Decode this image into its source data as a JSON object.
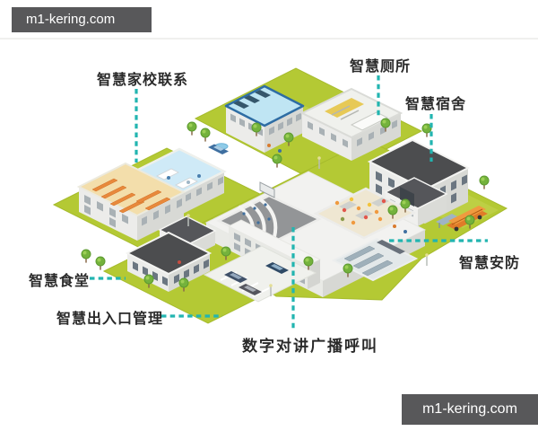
{
  "watermarks": {
    "top_left": "m1-kering.com",
    "bottom_right": "m1-kering.com"
  },
  "diagram": {
    "type": "isometric-smart-campus-map",
    "labels": [
      {
        "id": "smart-home-school-contact",
        "text": "智慧家校联系"
      },
      {
        "id": "smart-toilet",
        "text": "智慧厕所"
      },
      {
        "id": "smart-dormitory",
        "text": "智慧宿舍"
      },
      {
        "id": "smart-security",
        "text": "智慧安防"
      },
      {
        "id": "smart-canteen",
        "text": "智慧食堂"
      },
      {
        "id": "smart-entrance-management",
        "text": "智慧出入口管理"
      },
      {
        "id": "digital-intercom-broadcast",
        "text": "数字对讲广播呼叫"
      }
    ]
  },
  "colors": {
    "accent-teal": "#22b5b0",
    "label-text": "#2a2a2a",
    "watermark-bg": "#58585a",
    "watermark-text": "#ffffff",
    "grass": "#b4c934",
    "grass-light": "#c5d452",
    "roof-dark": "#4c4d4f",
    "wall-light": "#ececea",
    "wall-shade": "#d8d9d5",
    "interior-blue": "#bfe5f3",
    "interior-beige": "#f3deab",
    "shelf-orange": "#e8893c",
    "bus-orange": "#e07b28"
  }
}
